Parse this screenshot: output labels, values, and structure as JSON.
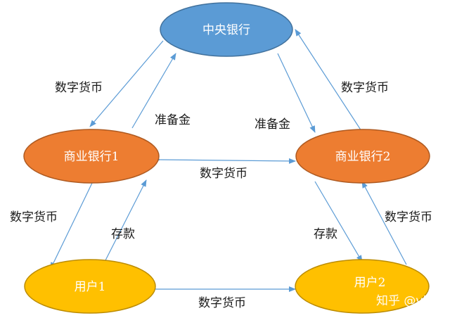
{
  "nodes": {
    "central_bank": {
      "label": "中央银行",
      "fill": "#5b9bd5",
      "stroke": "#41719c"
    },
    "commercial_bank_1": {
      "label": "商业银行1",
      "fill": "#ed7d31",
      "stroke": "#ae5a21"
    },
    "commercial_bank_2": {
      "label": "商业银行2",
      "fill": "#ed7d31",
      "stroke": "#ae5a21"
    },
    "user_1": {
      "label": "用户1",
      "fill": "#ffc000",
      "stroke": "#bc8c00"
    },
    "user_2": {
      "label": "用户2",
      "fill": "#ffc000",
      "stroke": "#bc8c00"
    }
  },
  "edges": {
    "central_to_bank1": "数字货币",
    "bank1_to_central": "准备金",
    "central_to_bank2": "准备金",
    "bank2_to_central": "数字货币",
    "bank1_bank2": "数字货币",
    "bank1_to_user1": "数字货币",
    "user1_to_bank1": "存款",
    "bank2_to_user2": "存款",
    "user2_to_bank2": "数字货币",
    "user1_user2": "数字货币"
  },
  "watermark": "知乎 @vitu",
  "arrow_color": "#5b9bd5"
}
